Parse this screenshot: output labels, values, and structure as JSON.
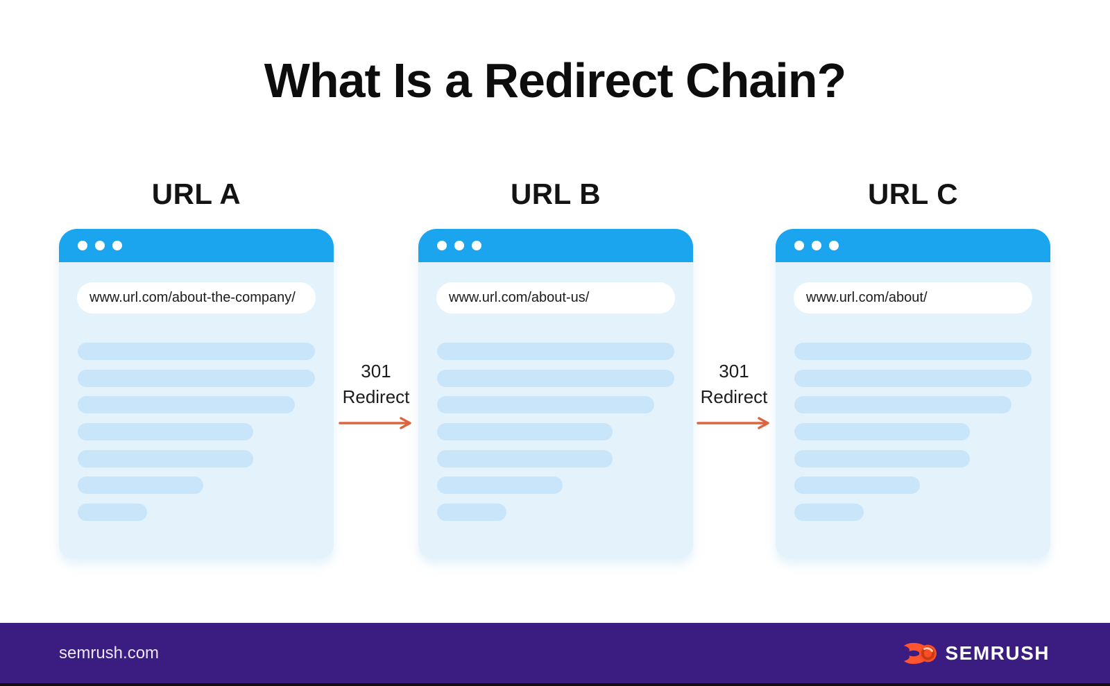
{
  "title": "What Is a Redirect Chain?",
  "columns": [
    {
      "label": "URL A",
      "url": "www.url.com/about-the-company/"
    },
    {
      "label": "URL B",
      "url": "www.url.com/about-us/"
    },
    {
      "label": "URL C",
      "url": "www.url.com/about/"
    }
  ],
  "redirects": [
    {
      "code": "301",
      "label": "Redirect"
    },
    {
      "code": "301",
      "label": "Redirect"
    }
  ],
  "footer": {
    "site": "semrush.com",
    "brand": "SEMRUSH"
  },
  "icons": {
    "window_dots": "browser-window-dots",
    "redirect_arrow": "right-arrow",
    "brand_mark": "semrush-flame-ball"
  },
  "colors": {
    "browser_chrome_blue": "#1BA5EF",
    "browser_body_blue": "#E4F2FC",
    "skeleton_line_blue": "#C8E5F9",
    "arrow_orange": "#DC6540",
    "footer_purple": "#3B1C80",
    "logo_flame_orange": "#FF5430",
    "title_black": "#0D0D0D"
  }
}
